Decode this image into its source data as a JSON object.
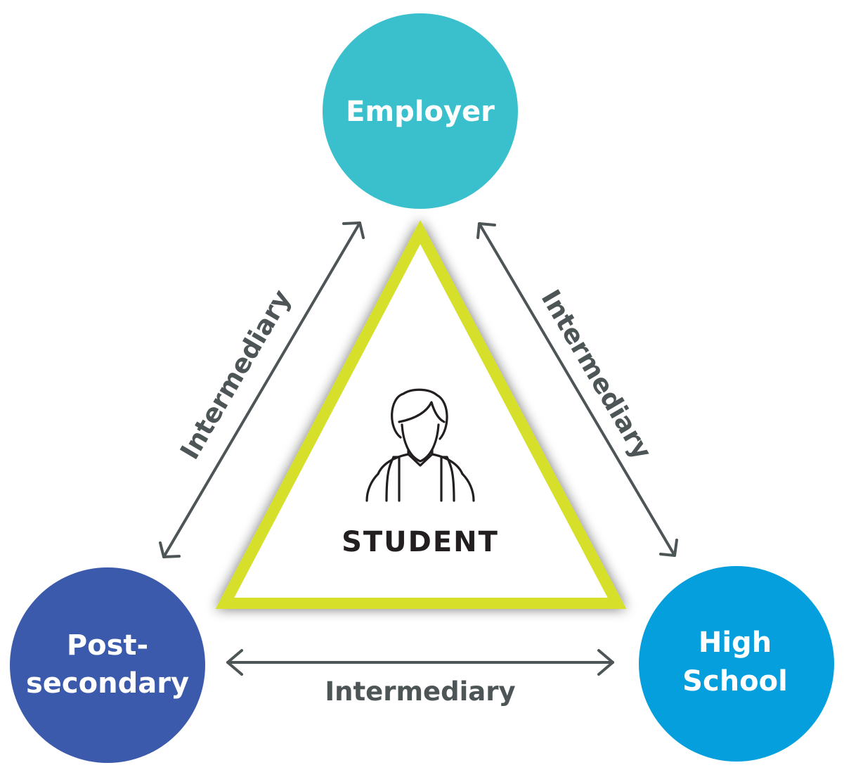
{
  "center": {
    "label": "STUDENT",
    "icon": "student-icon"
  },
  "nodes": {
    "employer": {
      "label": "Employer",
      "color": "#3ac0cc"
    },
    "postsecondary": {
      "label_line1": "Post-",
      "label_line2": "secondary",
      "color": "#3b5aab"
    },
    "high_school": {
      "label_line1": "High",
      "label_line2": "School",
      "color": "#049fdc"
    }
  },
  "links": {
    "left": {
      "label": "Intermediary"
    },
    "right": {
      "label": "Intermediary"
    },
    "bottom": {
      "label": "Intermediary"
    }
  },
  "colors": {
    "triangle_border": "#d6df2a",
    "arrow": "#4d5557"
  }
}
